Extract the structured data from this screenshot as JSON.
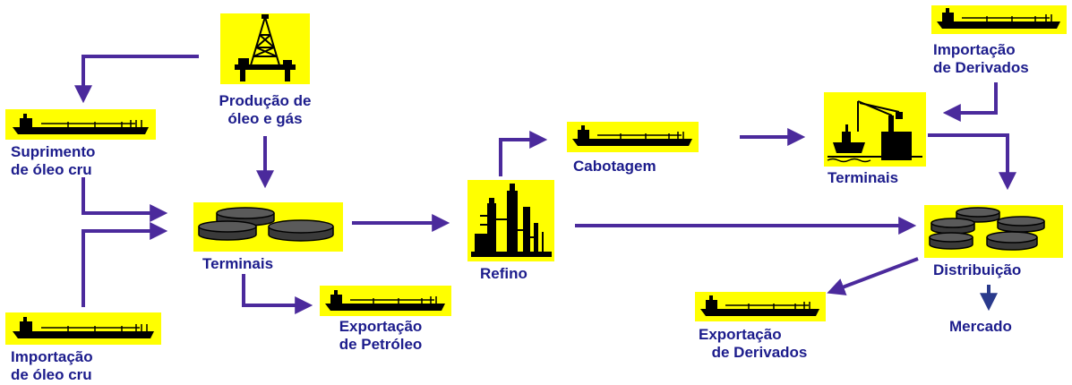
{
  "colors": {
    "box_fill": "#ffff00",
    "label_text": "#1c1c8c",
    "arrow": "#4b2a9c",
    "arrow_market": "#2a3a8c",
    "icon": "#000000",
    "tank_fill": "#3a3a3a"
  },
  "nodes": {
    "producao": {
      "line1": "Produção de",
      "line2": "óleo e gás",
      "icon": "oil-rig-icon"
    },
    "suprimento": {
      "line1": "Suprimento",
      "line2": "de óleo cru",
      "icon": "tanker-ship-icon"
    },
    "importacao_cru": {
      "line1": "Importação",
      "line2": "de óleo cru",
      "icon": "tanker-ship-icon"
    },
    "terminais_1": {
      "label": "Terminais",
      "icon": "storage-tanks-icon"
    },
    "exportacao_petroleo": {
      "line1": "Exportação",
      "line2": "de Petróleo",
      "icon": "tanker-ship-icon"
    },
    "refino": {
      "label": "Refino",
      "icon": "refinery-icon"
    },
    "cabotagem": {
      "label": "Cabotagem",
      "icon": "tanker-ship-icon"
    },
    "terminais_2": {
      "label": "Terminais",
      "icon": "port-crane-icon"
    },
    "importacao_derivados": {
      "line1": "Importação",
      "line2": "de Derivados",
      "icon": "tanker-ship-icon"
    },
    "distribuicao": {
      "label": "Distribuição",
      "icon": "storage-tanks-icon"
    },
    "exportacao_derivados": {
      "line1": "Exportação",
      "line2": "de Derivados",
      "icon": "tanker-ship-icon"
    },
    "mercado": {
      "label": "Mercado"
    }
  }
}
